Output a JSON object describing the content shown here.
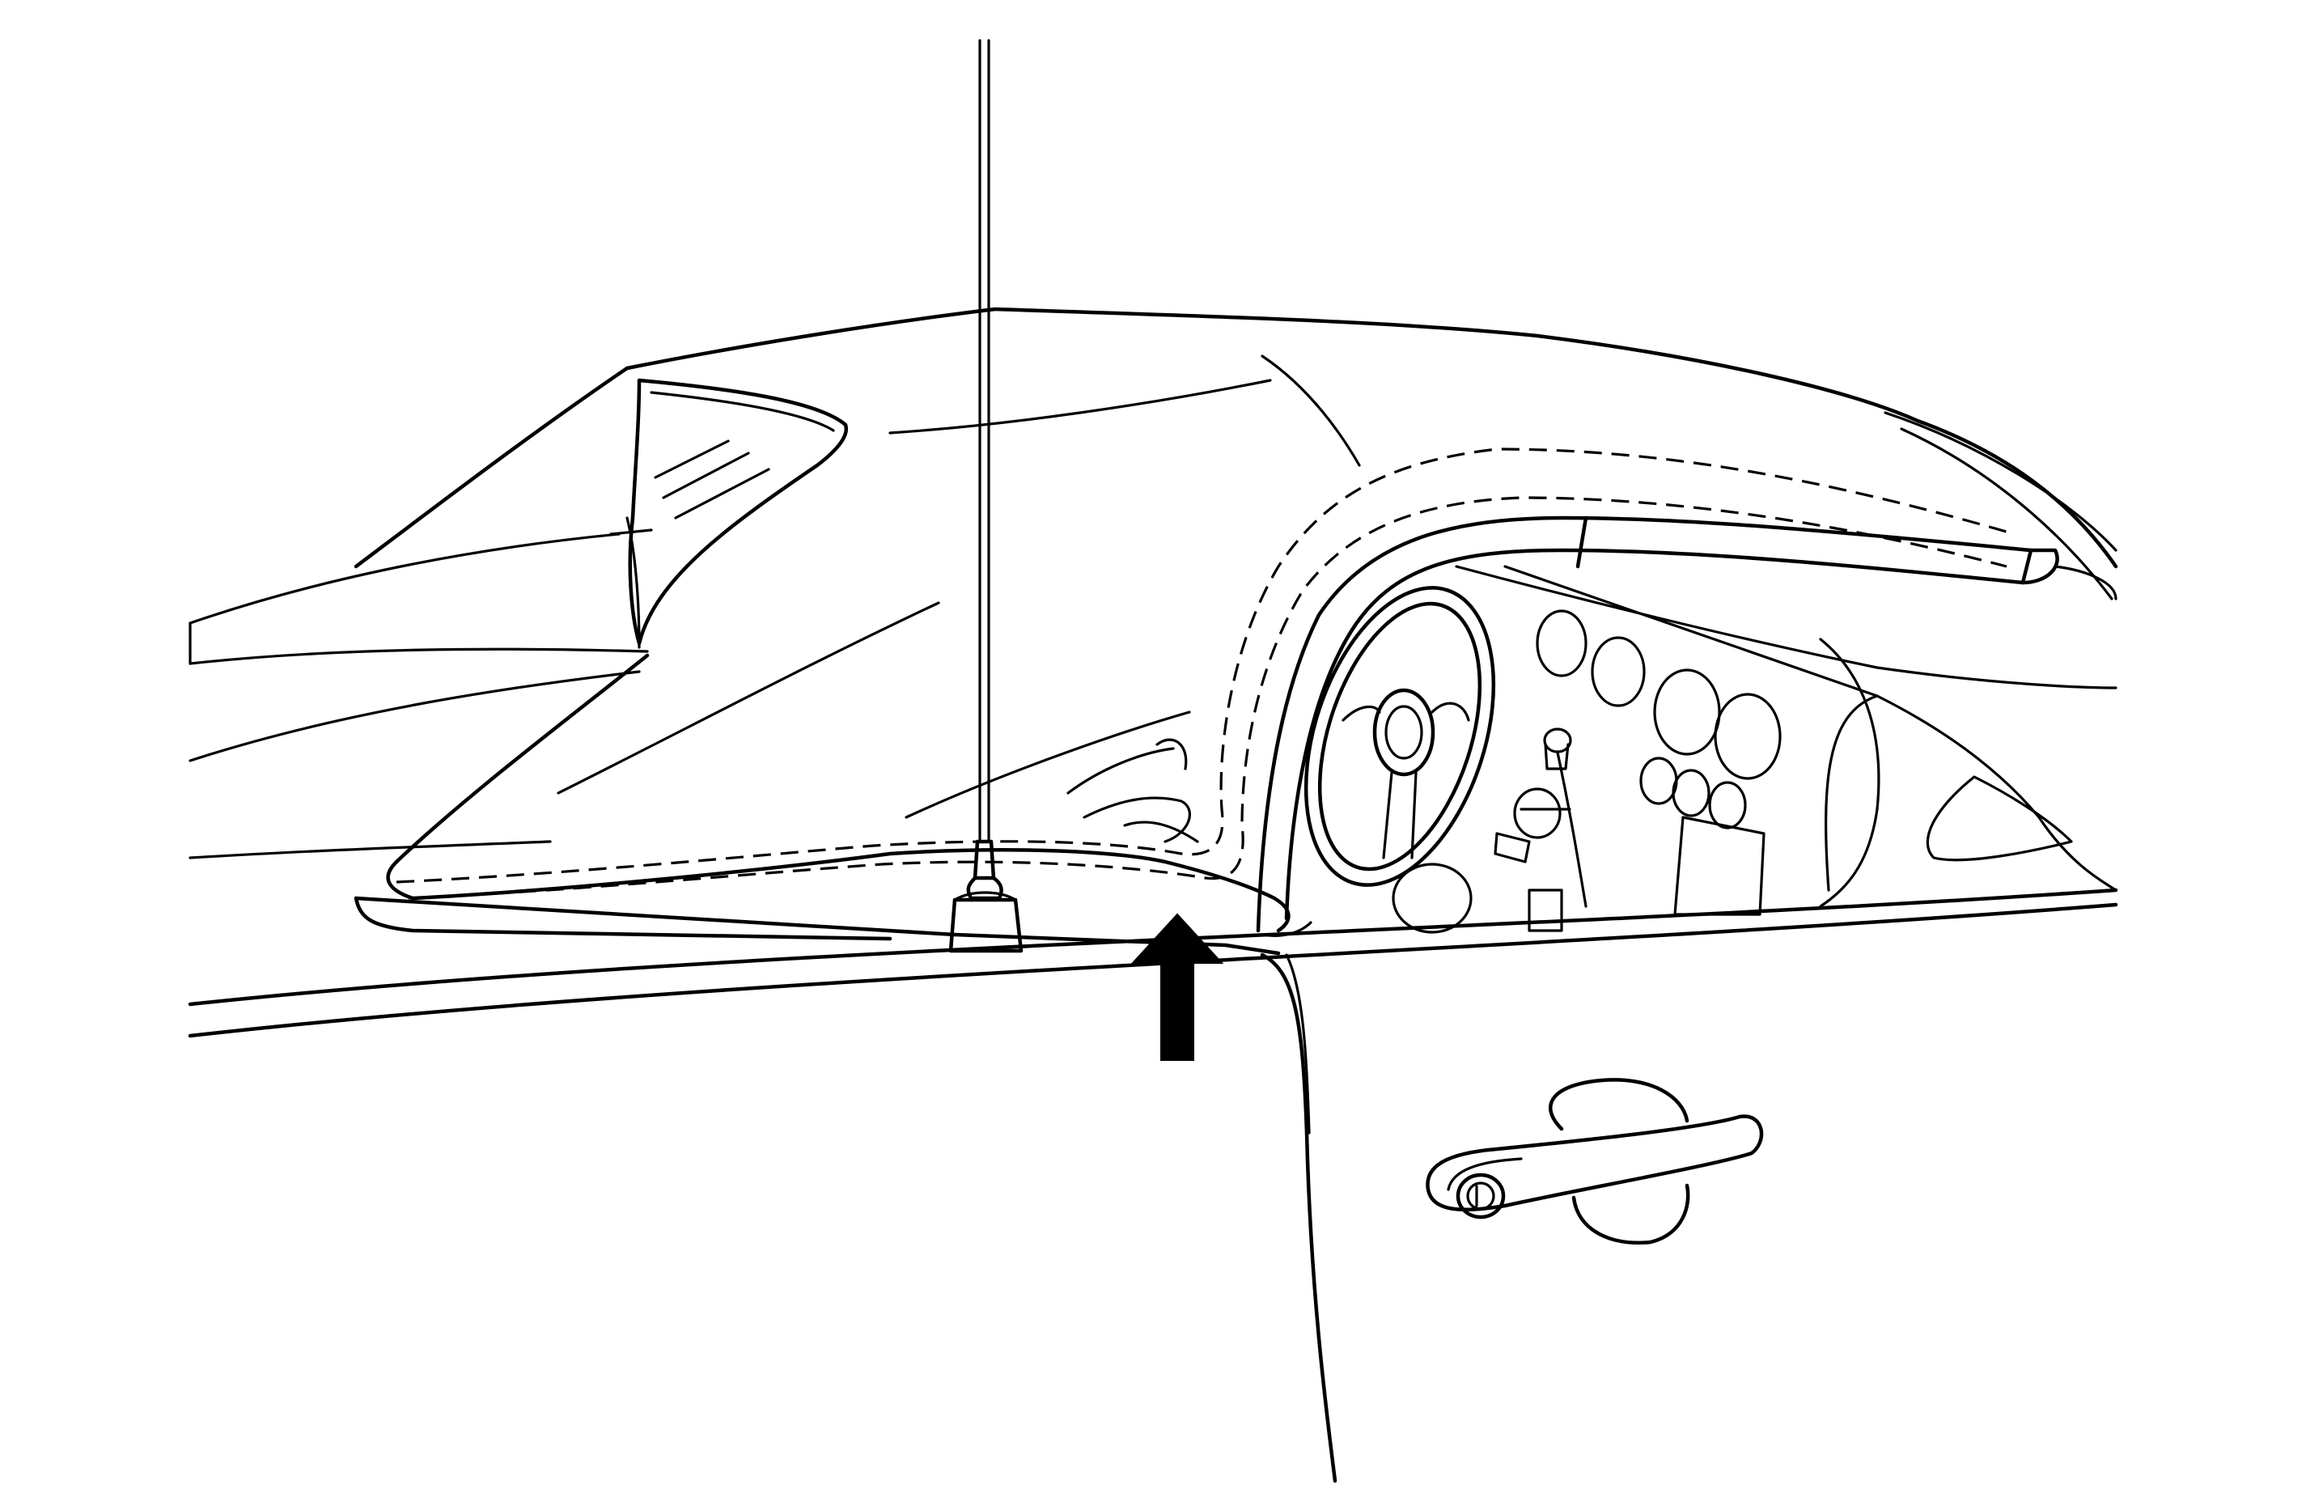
{
  "colors": {
    "line": "#000000",
    "background": "#ffffff",
    "arrow": "#000000"
  },
  "illustration": {
    "parts": [
      "soft-top",
      "rear-window",
      "antenna",
      "antenna-base",
      "stitched-seam",
      "windshield-frame",
      "steering-wheel",
      "instrument-cluster",
      "door-edge",
      "door-handle",
      "door-lock",
      "callout-arrow"
    ]
  }
}
